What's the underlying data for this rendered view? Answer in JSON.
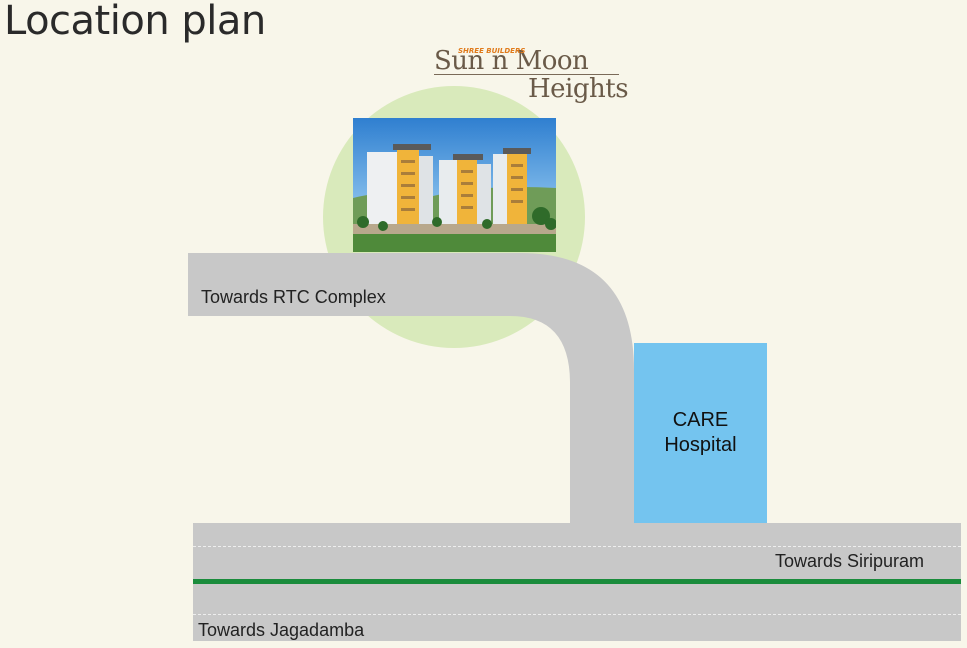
{
  "title": "Location plan",
  "logo": {
    "builder": "SHREE BUILDERS",
    "name_line1": "Sun n Moon",
    "name_line2": "Heights"
  },
  "project_photo": {
    "icon": "apartment-building-photo"
  },
  "roads": {
    "rtc": "Towards RTC Complex",
    "siripuram": "Towards Siripuram",
    "jagadamba": "Towards Jagadamba"
  },
  "landmarks": {
    "hospital_line1": "CARE",
    "hospital_line2": "Hospital"
  },
  "colors": {
    "background": "#f8f6ea",
    "road": "#c8c8c8",
    "highlight_circle": "#d9eabb",
    "hospital": "#74c4ef",
    "median": "#1a8c3c"
  }
}
